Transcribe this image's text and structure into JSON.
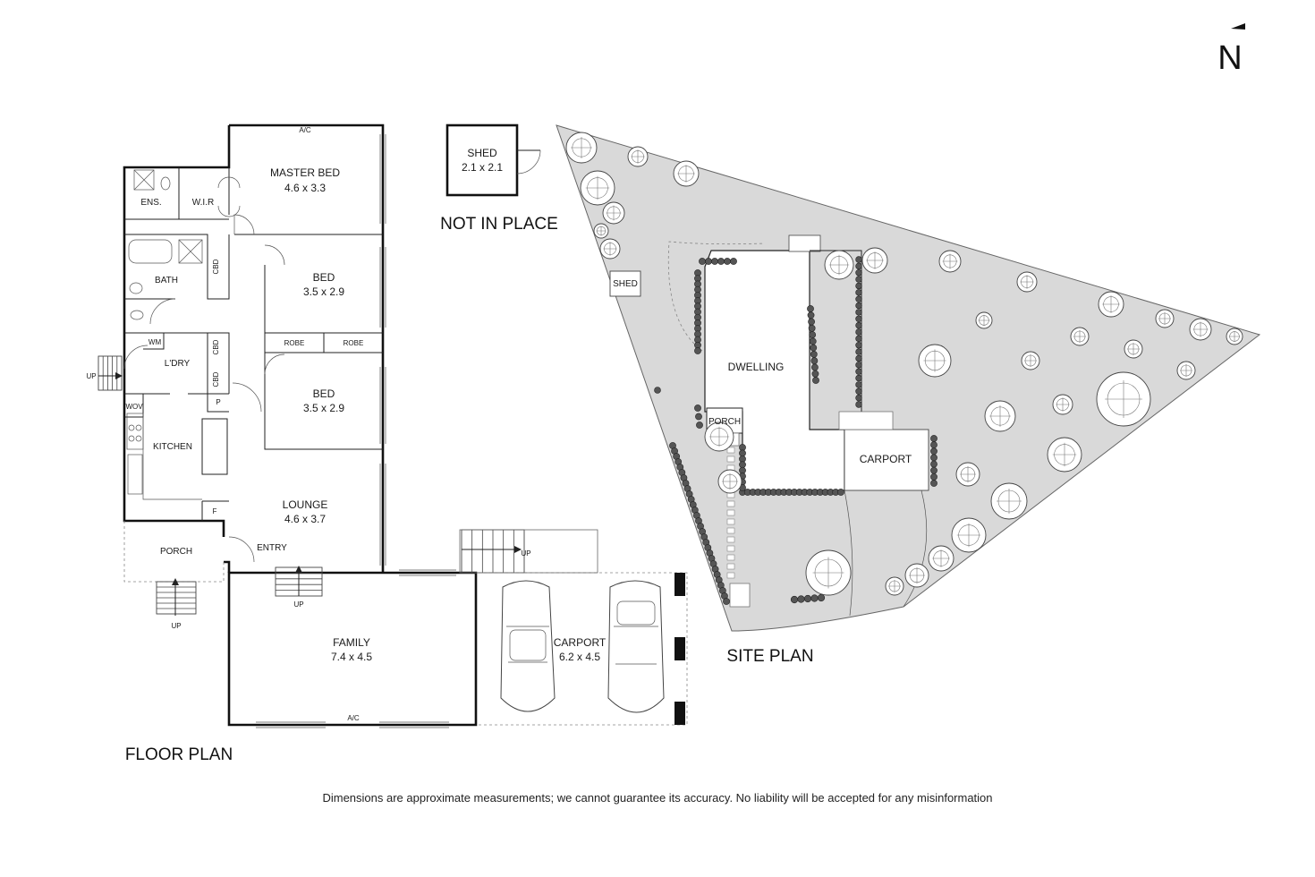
{
  "compass": {
    "label": "N"
  },
  "headings": {
    "floor_plan": "FLOOR PLAN",
    "site_plan": "SITE PLAN",
    "not_in_place": "NOT IN PLACE"
  },
  "floor_plan": {
    "master_bed": {
      "name": "MASTER BED",
      "dims": "4.6 x 3.3"
    },
    "ens": "ENS.",
    "wir": "W.I.R",
    "bath": "BATH",
    "bed_2": {
      "name": "BED",
      "dims": "3.5 x 2.9"
    },
    "bed_3": {
      "name": "BED",
      "dims": "3.5 x 2.9"
    },
    "robe_1": "ROBE",
    "robe_2": "ROBE",
    "cbd_1": "CBD",
    "cbd_2": "CBD",
    "cbd_3": "CBD",
    "p": "P",
    "wm": "WM",
    "laundry": "L'DRY",
    "wov": "WOV",
    "kitchen": "KITCHEN",
    "lounge": {
      "name": "LOUNGE",
      "dims": "4.6 x 3.7"
    },
    "f": "F",
    "entry": "ENTRY",
    "porch": "PORCH",
    "family": {
      "name": "FAMILY",
      "dims": "7.4 x 4.5"
    },
    "carport": {
      "name": "CARPORT",
      "dims": "6.2 x 4.5"
    },
    "shed": {
      "name": "SHED",
      "dims": "2.1 x 2.1"
    },
    "ac_top": "A/C",
    "ac_bottom": "A/C",
    "up_left": "UP",
    "up_porch": "UP",
    "up_family": "UP",
    "up_carport": "UP"
  },
  "site_plan": {
    "dwelling": "DWELLING",
    "porch": "PORCH",
    "carport": "CARPORT",
    "shed": "SHED"
  },
  "disclaimer": "Dimensions are approximate measurements; we cannot guarantee its accuracy. No liability will be accepted for any misinformation",
  "colors": {
    "site_fill": "#d9d9d9",
    "wall": "#111111",
    "hedge": "#555555"
  }
}
